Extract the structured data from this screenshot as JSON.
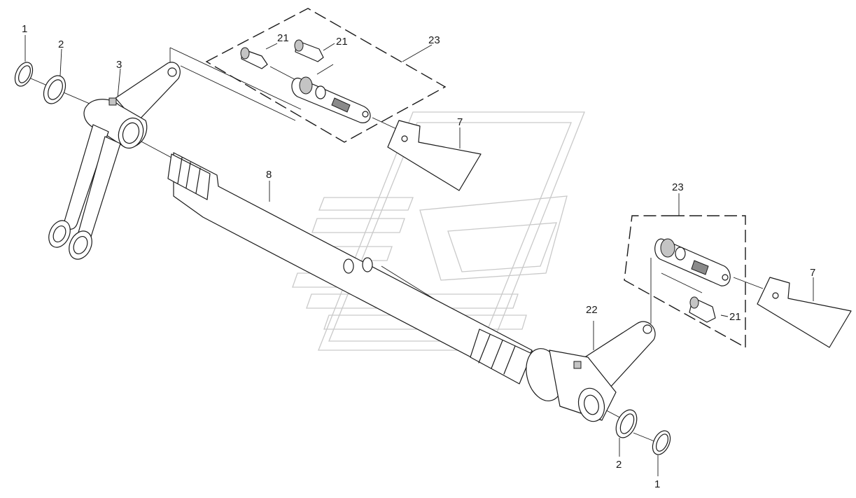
{
  "diagram": {
    "callouts": {
      "c1a": "1",
      "c2a": "2",
      "c3": "3",
      "c21a": "21",
      "c21b": "21",
      "c23a": "23",
      "c7a": "7",
      "c8": "8",
      "c23b": "23",
      "c22": "22",
      "c7b": "7",
      "c21c": "21",
      "c2b": "2",
      "c1b": "1"
    }
  }
}
